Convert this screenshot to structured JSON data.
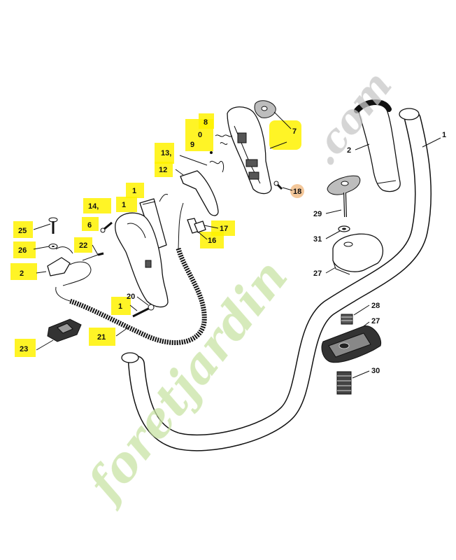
{
  "watermark": {
    "brand": "foretjardin",
    "tld": ".com"
  },
  "labels": {
    "l1_bar": "1",
    "l2_grip": "2",
    "l29": "29",
    "l31": "31",
    "l27_top": "27",
    "l28": "28",
    "l27_low": "27",
    "l30": "30",
    "l7": "7",
    "l8": "8",
    "l0": "0",
    "l9": "9",
    "l13": "13,",
    "l12": "12",
    "l18": "18",
    "l1_a": "1",
    "l14": "14,",
    "l1_b": "1",
    "l17": "17",
    "l16": "16",
    "l25": "25",
    "l6": "6",
    "l26": "26",
    "l22": "22",
    "l2_left": "2",
    "l20": "20",
    "l1_c": "1",
    "l21": "21",
    "l23": "23"
  },
  "colors": {
    "highlight": "#fff200",
    "line": "#111111",
    "wm_green": "#c9e3a4",
    "wm_orange": "#f7c79a",
    "wm_grey": "#c7c7c7"
  }
}
